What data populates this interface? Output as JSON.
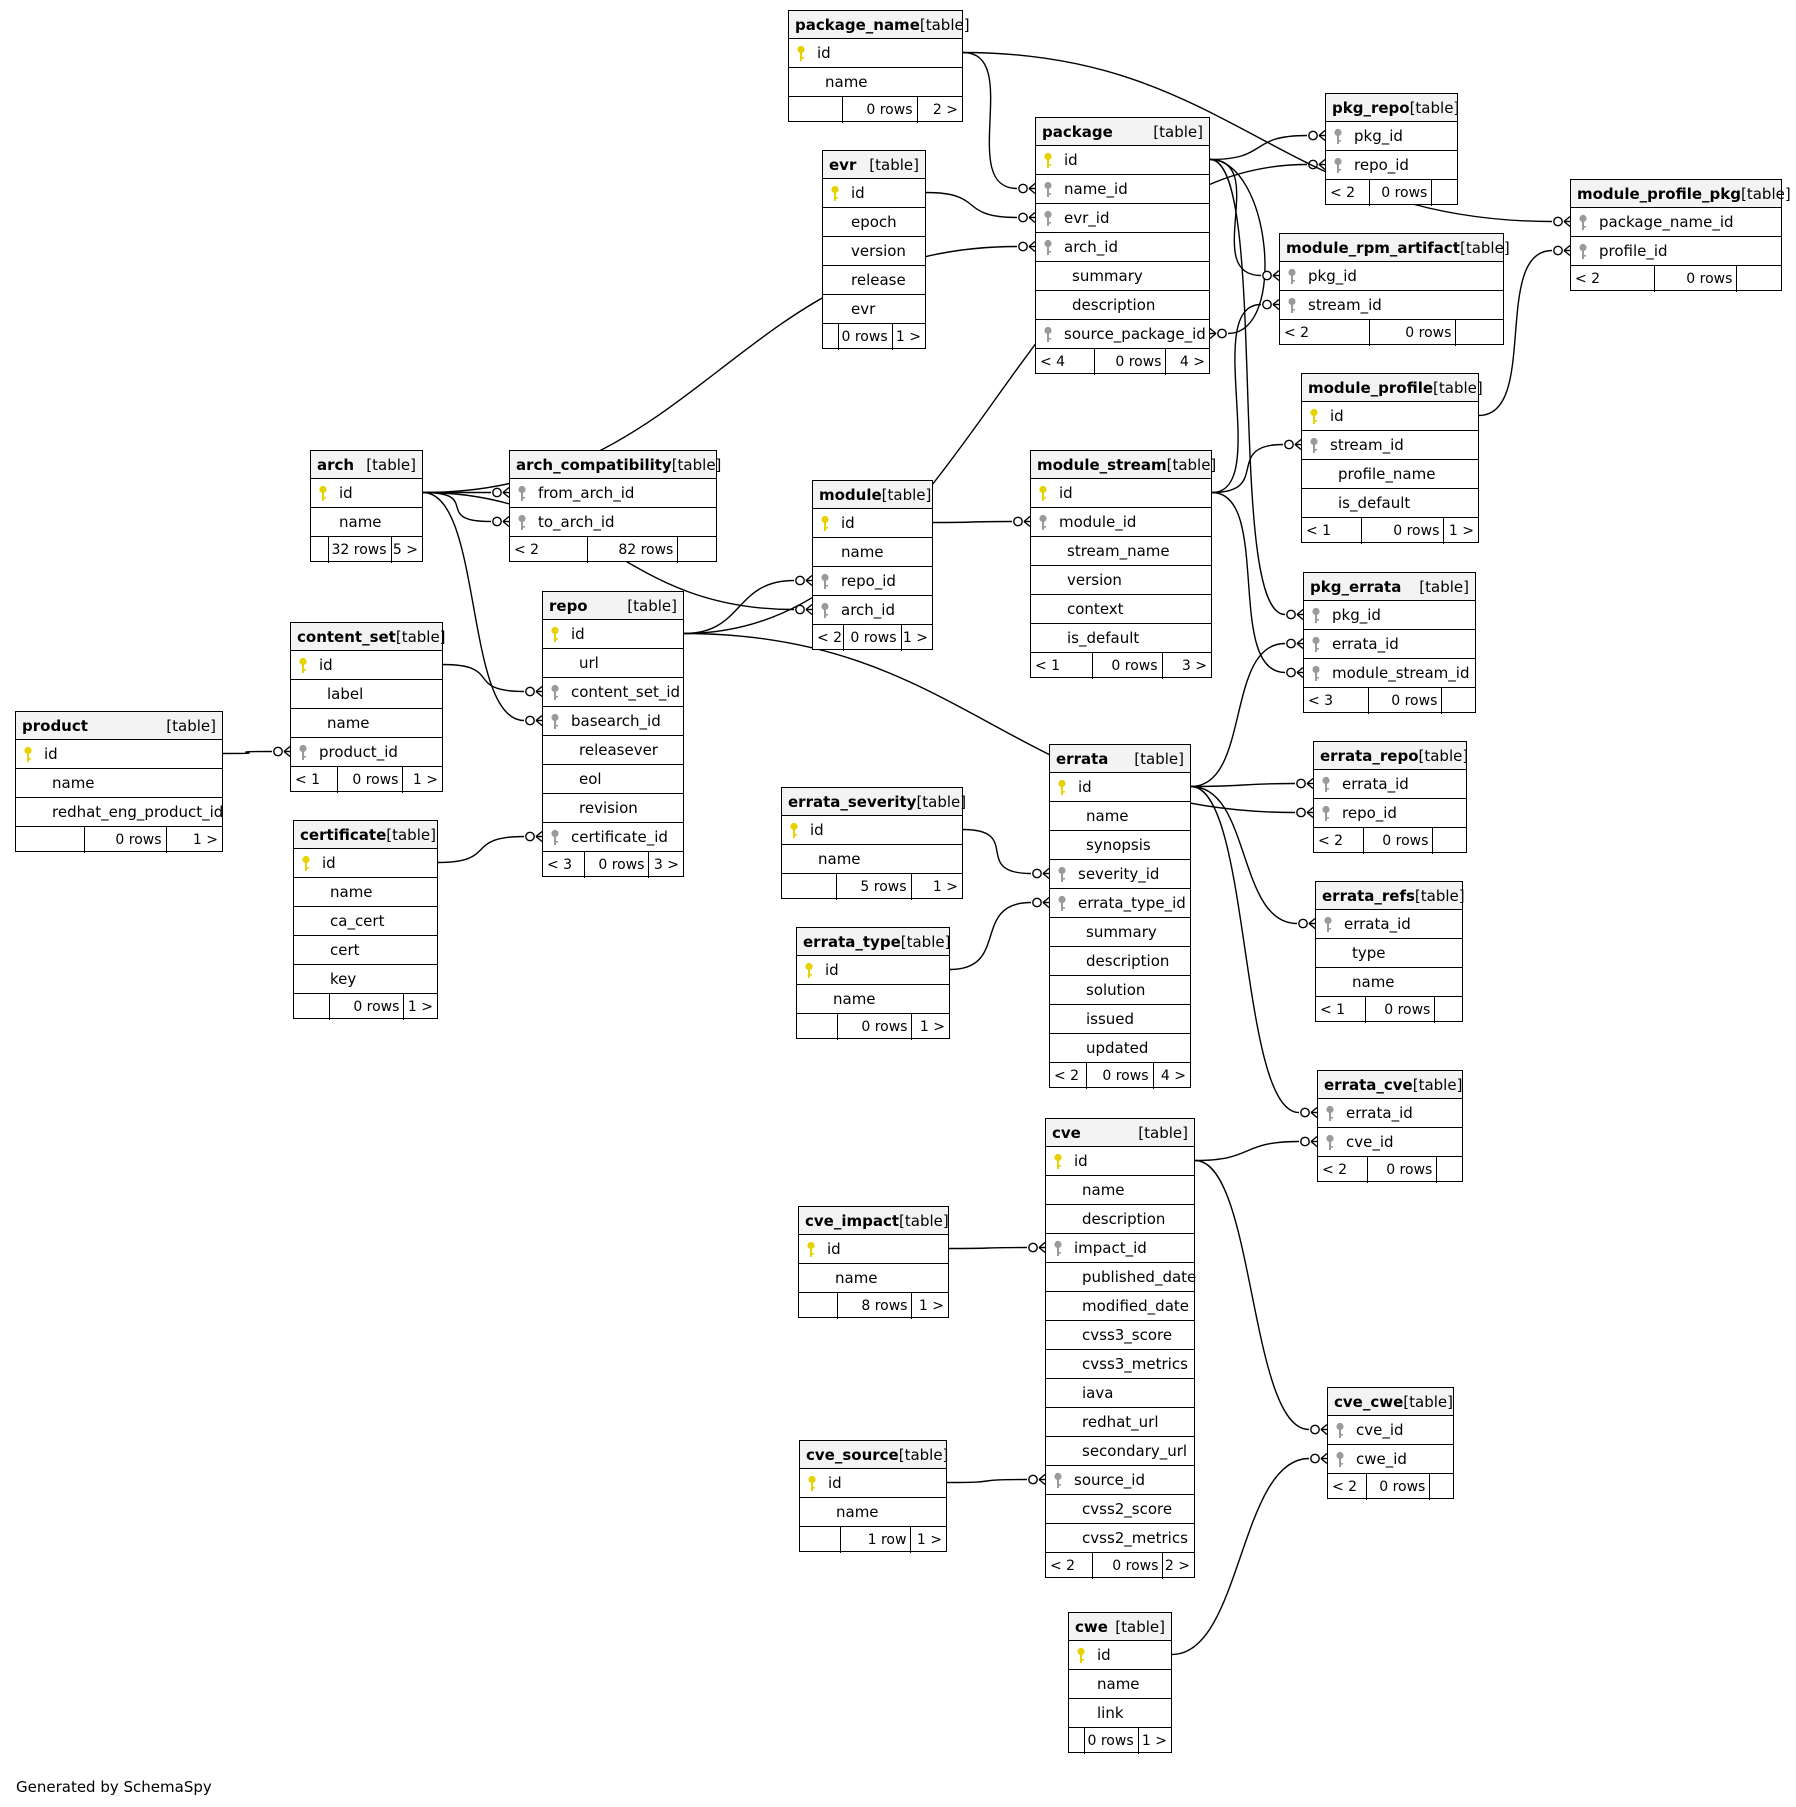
{
  "credit": "Generated by SchemaSpy",
  "table_tag": "[table]",
  "tables": [
    {
      "name": "package_name",
      "columns": [
        {
          "n": "id",
          "k": "pk"
        },
        {
          "n": "name",
          "k": ""
        }
      ],
      "footer": [
        "",
        "0 rows",
        "2 >"
      ]
    },
    {
      "name": "evr",
      "columns": [
        {
          "n": "id",
          "k": "pk"
        },
        {
          "n": "epoch",
          "k": ""
        },
        {
          "n": "version",
          "k": ""
        },
        {
          "n": "release",
          "k": ""
        },
        {
          "n": "evr",
          "k": ""
        }
      ],
      "footer": [
        "",
        "0 rows",
        "1 >"
      ]
    },
    {
      "name": "package",
      "columns": [
        {
          "n": "id",
          "k": "pk"
        },
        {
          "n": "name_id",
          "k": "fk"
        },
        {
          "n": "evr_id",
          "k": "fk"
        },
        {
          "n": "arch_id",
          "k": "fk"
        },
        {
          "n": "summary",
          "k": ""
        },
        {
          "n": "description",
          "k": ""
        },
        {
          "n": "source_package_id",
          "k": "fk"
        }
      ],
      "footer": [
        "< 4",
        "0 rows",
        "4 >"
      ]
    },
    {
      "name": "pkg_repo",
      "columns": [
        {
          "n": "pkg_id",
          "k": "fk"
        },
        {
          "n": "repo_id",
          "k": "fk"
        }
      ],
      "footer": [
        "< 2",
        "0 rows",
        ""
      ]
    },
    {
      "name": "module_profile_pkg",
      "columns": [
        {
          "n": "package_name_id",
          "k": "fk"
        },
        {
          "n": "profile_id",
          "k": "fk"
        }
      ],
      "footer": [
        "< 2",
        "0 rows",
        ""
      ]
    },
    {
      "name": "module_rpm_artifact",
      "columns": [
        {
          "n": "pkg_id",
          "k": "fk"
        },
        {
          "n": "stream_id",
          "k": "fk"
        }
      ],
      "footer": [
        "< 2",
        "0 rows",
        ""
      ]
    },
    {
      "name": "module_profile",
      "columns": [
        {
          "n": "id",
          "k": "pk"
        },
        {
          "n": "stream_id",
          "k": "fk"
        },
        {
          "n": "profile_name",
          "k": ""
        },
        {
          "n": "is_default",
          "k": ""
        }
      ],
      "footer": [
        "< 1",
        "0 rows",
        "1 >"
      ]
    },
    {
      "name": "arch",
      "columns": [
        {
          "n": "id",
          "k": "pk"
        },
        {
          "n": "name",
          "k": ""
        }
      ],
      "footer": [
        "",
        "32 rows",
        "5 >"
      ]
    },
    {
      "name": "arch_compatibility",
      "columns": [
        {
          "n": "from_arch_id",
          "k": "fk"
        },
        {
          "n": "to_arch_id",
          "k": "fk"
        }
      ],
      "footer": [
        "< 2",
        "82 rows",
        ""
      ]
    },
    {
      "name": "module",
      "columns": [
        {
          "n": "id",
          "k": "pk"
        },
        {
          "n": "name",
          "k": ""
        },
        {
          "n": "repo_id",
          "k": "fk"
        },
        {
          "n": "arch_id",
          "k": "fk"
        }
      ],
      "footer": [
        "< 2",
        "0 rows",
        "1 >"
      ]
    },
    {
      "name": "module_stream",
      "columns": [
        {
          "n": "id",
          "k": "pk"
        },
        {
          "n": "module_id",
          "k": "fk"
        },
        {
          "n": "stream_name",
          "k": ""
        },
        {
          "n": "version",
          "k": ""
        },
        {
          "n": "context",
          "k": ""
        },
        {
          "n": "is_default",
          "k": ""
        }
      ],
      "footer": [
        "< 1",
        "0 rows",
        "3 >"
      ]
    },
    {
      "name": "pkg_errata",
      "columns": [
        {
          "n": "pkg_id",
          "k": "fk"
        },
        {
          "n": "errata_id",
          "k": "fk"
        },
        {
          "n": "module_stream_id",
          "k": "fk"
        }
      ],
      "footer": [
        "< 3",
        "0 rows",
        ""
      ]
    },
    {
      "name": "content_set",
      "columns": [
        {
          "n": "id",
          "k": "pk"
        },
        {
          "n": "label",
          "k": ""
        },
        {
          "n": "name",
          "k": ""
        },
        {
          "n": "product_id",
          "k": "fk"
        }
      ],
      "footer": [
        "< 1",
        "0 rows",
        "1 >"
      ]
    },
    {
      "name": "repo",
      "columns": [
        {
          "n": "id",
          "k": "pk"
        },
        {
          "n": "url",
          "k": ""
        },
        {
          "n": "content_set_id",
          "k": "fk"
        },
        {
          "n": "basearch_id",
          "k": "fk"
        },
        {
          "n": "releasever",
          "k": ""
        },
        {
          "n": "eol",
          "k": ""
        },
        {
          "n": "revision",
          "k": ""
        },
        {
          "n": "certificate_id",
          "k": "fk"
        }
      ],
      "footer": [
        "< 3",
        "0 rows",
        "3 >"
      ]
    },
    {
      "name": "product",
      "columns": [
        {
          "n": "id",
          "k": "pk"
        },
        {
          "n": "name",
          "k": ""
        },
        {
          "n": "redhat_eng_product_id",
          "k": ""
        }
      ],
      "footer": [
        "",
        "0 rows",
        "1 >"
      ]
    },
    {
      "name": "certificate",
      "columns": [
        {
          "n": "id",
          "k": "pk"
        },
        {
          "n": "name",
          "k": ""
        },
        {
          "n": "ca_cert",
          "k": ""
        },
        {
          "n": "cert",
          "k": ""
        },
        {
          "n": "key",
          "k": ""
        }
      ],
      "footer": [
        "",
        "0 rows",
        "1 >"
      ]
    },
    {
      "name": "errata",
      "columns": [
        {
          "n": "id",
          "k": "pk"
        },
        {
          "n": "name",
          "k": ""
        },
        {
          "n": "synopsis",
          "k": ""
        },
        {
          "n": "severity_id",
          "k": "fk"
        },
        {
          "n": "errata_type_id",
          "k": "fk"
        },
        {
          "n": "summary",
          "k": ""
        },
        {
          "n": "description",
          "k": ""
        },
        {
          "n": "solution",
          "k": ""
        },
        {
          "n": "issued",
          "k": ""
        },
        {
          "n": "updated",
          "k": ""
        }
      ],
      "footer": [
        "< 2",
        "0 rows",
        "4 >"
      ]
    },
    {
      "name": "errata_severity",
      "columns": [
        {
          "n": "id",
          "k": "pk"
        },
        {
          "n": "name",
          "k": ""
        }
      ],
      "footer": [
        "",
        "5 rows",
        "1 >"
      ]
    },
    {
      "name": "errata_type",
      "columns": [
        {
          "n": "id",
          "k": "pk"
        },
        {
          "n": "name",
          "k": ""
        }
      ],
      "footer": [
        "",
        "0 rows",
        "1 >"
      ]
    },
    {
      "name": "errata_repo",
      "columns": [
        {
          "n": "errata_id",
          "k": "fk"
        },
        {
          "n": "repo_id",
          "k": "fk"
        }
      ],
      "footer": [
        "< 2",
        "0 rows",
        ""
      ]
    },
    {
      "name": "errata_refs",
      "columns": [
        {
          "n": "errata_id",
          "k": "fk"
        },
        {
          "n": "type",
          "k": ""
        },
        {
          "n": "name",
          "k": ""
        }
      ],
      "footer": [
        "< 1",
        "0 rows",
        ""
      ]
    },
    {
      "name": "errata_cve",
      "columns": [
        {
          "n": "errata_id",
          "k": "fk"
        },
        {
          "n": "cve_id",
          "k": "fk"
        }
      ],
      "footer": [
        "< 2",
        "0 rows",
        ""
      ]
    },
    {
      "name": "cve",
      "columns": [
        {
          "n": "id",
          "k": "pk"
        },
        {
          "n": "name",
          "k": ""
        },
        {
          "n": "description",
          "k": ""
        },
        {
          "n": "impact_id",
          "k": "fk"
        },
        {
          "n": "published_date",
          "k": ""
        },
        {
          "n": "modified_date",
          "k": ""
        },
        {
          "n": "cvss3_score",
          "k": ""
        },
        {
          "n": "cvss3_metrics",
          "k": ""
        },
        {
          "n": "iava",
          "k": ""
        },
        {
          "n": "redhat_url",
          "k": ""
        },
        {
          "n": "secondary_url",
          "k": ""
        },
        {
          "n": "source_id",
          "k": "fk"
        },
        {
          "n": "cvss2_score",
          "k": ""
        },
        {
          "n": "cvss2_metrics",
          "k": ""
        }
      ],
      "footer": [
        "< 2",
        "0 rows",
        "2 >"
      ]
    },
    {
      "name": "cve_impact",
      "columns": [
        {
          "n": "id",
          "k": "pk"
        },
        {
          "n": "name",
          "k": ""
        }
      ],
      "footer": [
        "",
        "8 rows",
        "1 >"
      ]
    },
    {
      "name": "cve_source",
      "columns": [
        {
          "n": "id",
          "k": "pk"
        },
        {
          "n": "name",
          "k": ""
        }
      ],
      "footer": [
        "",
        "1 row",
        "1 >"
      ]
    },
    {
      "name": "cve_cwe",
      "columns": [
        {
          "n": "cve_id",
          "k": "fk"
        },
        {
          "n": "cwe_id",
          "k": "fk"
        }
      ],
      "footer": [
        "< 2",
        "0 rows",
        ""
      ]
    },
    {
      "name": "cwe",
      "columns": [
        {
          "n": "id",
          "k": "pk"
        },
        {
          "n": "name",
          "k": ""
        },
        {
          "n": "link",
          "k": ""
        }
      ],
      "footer": [
        "",
        "0 rows",
        "1 >"
      ]
    }
  ],
  "relations": [
    {
      "from": "package.name_id",
      "to": "package_name.id"
    },
    {
      "from": "package.evr_id",
      "to": "evr.id"
    },
    {
      "from": "package.arch_id",
      "to": "arch.id"
    },
    {
      "from": "package.source_package_id",
      "to": "package.id"
    },
    {
      "from": "pkg_repo.pkg_id",
      "to": "package.id"
    },
    {
      "from": "pkg_repo.repo_id",
      "to": "repo.id"
    },
    {
      "from": "module_profile_pkg.package_name_id",
      "to": "package_name.id"
    },
    {
      "from": "module_profile_pkg.profile_id",
      "to": "module_profile.id"
    },
    {
      "from": "module_rpm_artifact.pkg_id",
      "to": "package.id"
    },
    {
      "from": "module_rpm_artifact.stream_id",
      "to": "module_stream.id"
    },
    {
      "from": "module_profile.stream_id",
      "to": "module_stream.id"
    },
    {
      "from": "arch_compatibility.from_arch_id",
      "to": "arch.id"
    },
    {
      "from": "arch_compatibility.to_arch_id",
      "to": "arch.id"
    },
    {
      "from": "module.repo_id",
      "to": "repo.id"
    },
    {
      "from": "module.arch_id",
      "to": "arch.id"
    },
    {
      "from": "module_stream.module_id",
      "to": "module.id"
    },
    {
      "from": "pkg_errata.pkg_id",
      "to": "package.id"
    },
    {
      "from": "pkg_errata.errata_id",
      "to": "errata.id"
    },
    {
      "from": "pkg_errata.module_stream_id",
      "to": "module_stream.id"
    },
    {
      "from": "content_set.product_id",
      "to": "product.id"
    },
    {
      "from": "repo.content_set_id",
      "to": "content_set.id"
    },
    {
      "from": "repo.basearch_id",
      "to": "arch.id"
    },
    {
      "from": "repo.certificate_id",
      "to": "certificate.id"
    },
    {
      "from": "errata.severity_id",
      "to": "errata_severity.id"
    },
    {
      "from": "errata.errata_type_id",
      "to": "errata_type.id"
    },
    {
      "from": "errata_repo.errata_id",
      "to": "errata.id"
    },
    {
      "from": "errata_repo.repo_id",
      "to": "repo.id"
    },
    {
      "from": "errata_refs.errata_id",
      "to": "errata.id"
    },
    {
      "from": "errata_cve.errata_id",
      "to": "errata.id"
    },
    {
      "from": "errata_cve.cve_id",
      "to": "cve.id"
    },
    {
      "from": "cve.impact_id",
      "to": "cve_impact.id"
    },
    {
      "from": "cve.source_id",
      "to": "cve_source.id"
    },
    {
      "from": "cve_cwe.cve_id",
      "to": "cve.id"
    },
    {
      "from": "cve_cwe.cwe_id",
      "to": "cwe.id"
    }
  ],
  "colors": {
    "pk_key": "#e6d200",
    "fk_key": "#9a9a9a",
    "header_bg": "#f3f3f3",
    "line": "#000000"
  }
}
